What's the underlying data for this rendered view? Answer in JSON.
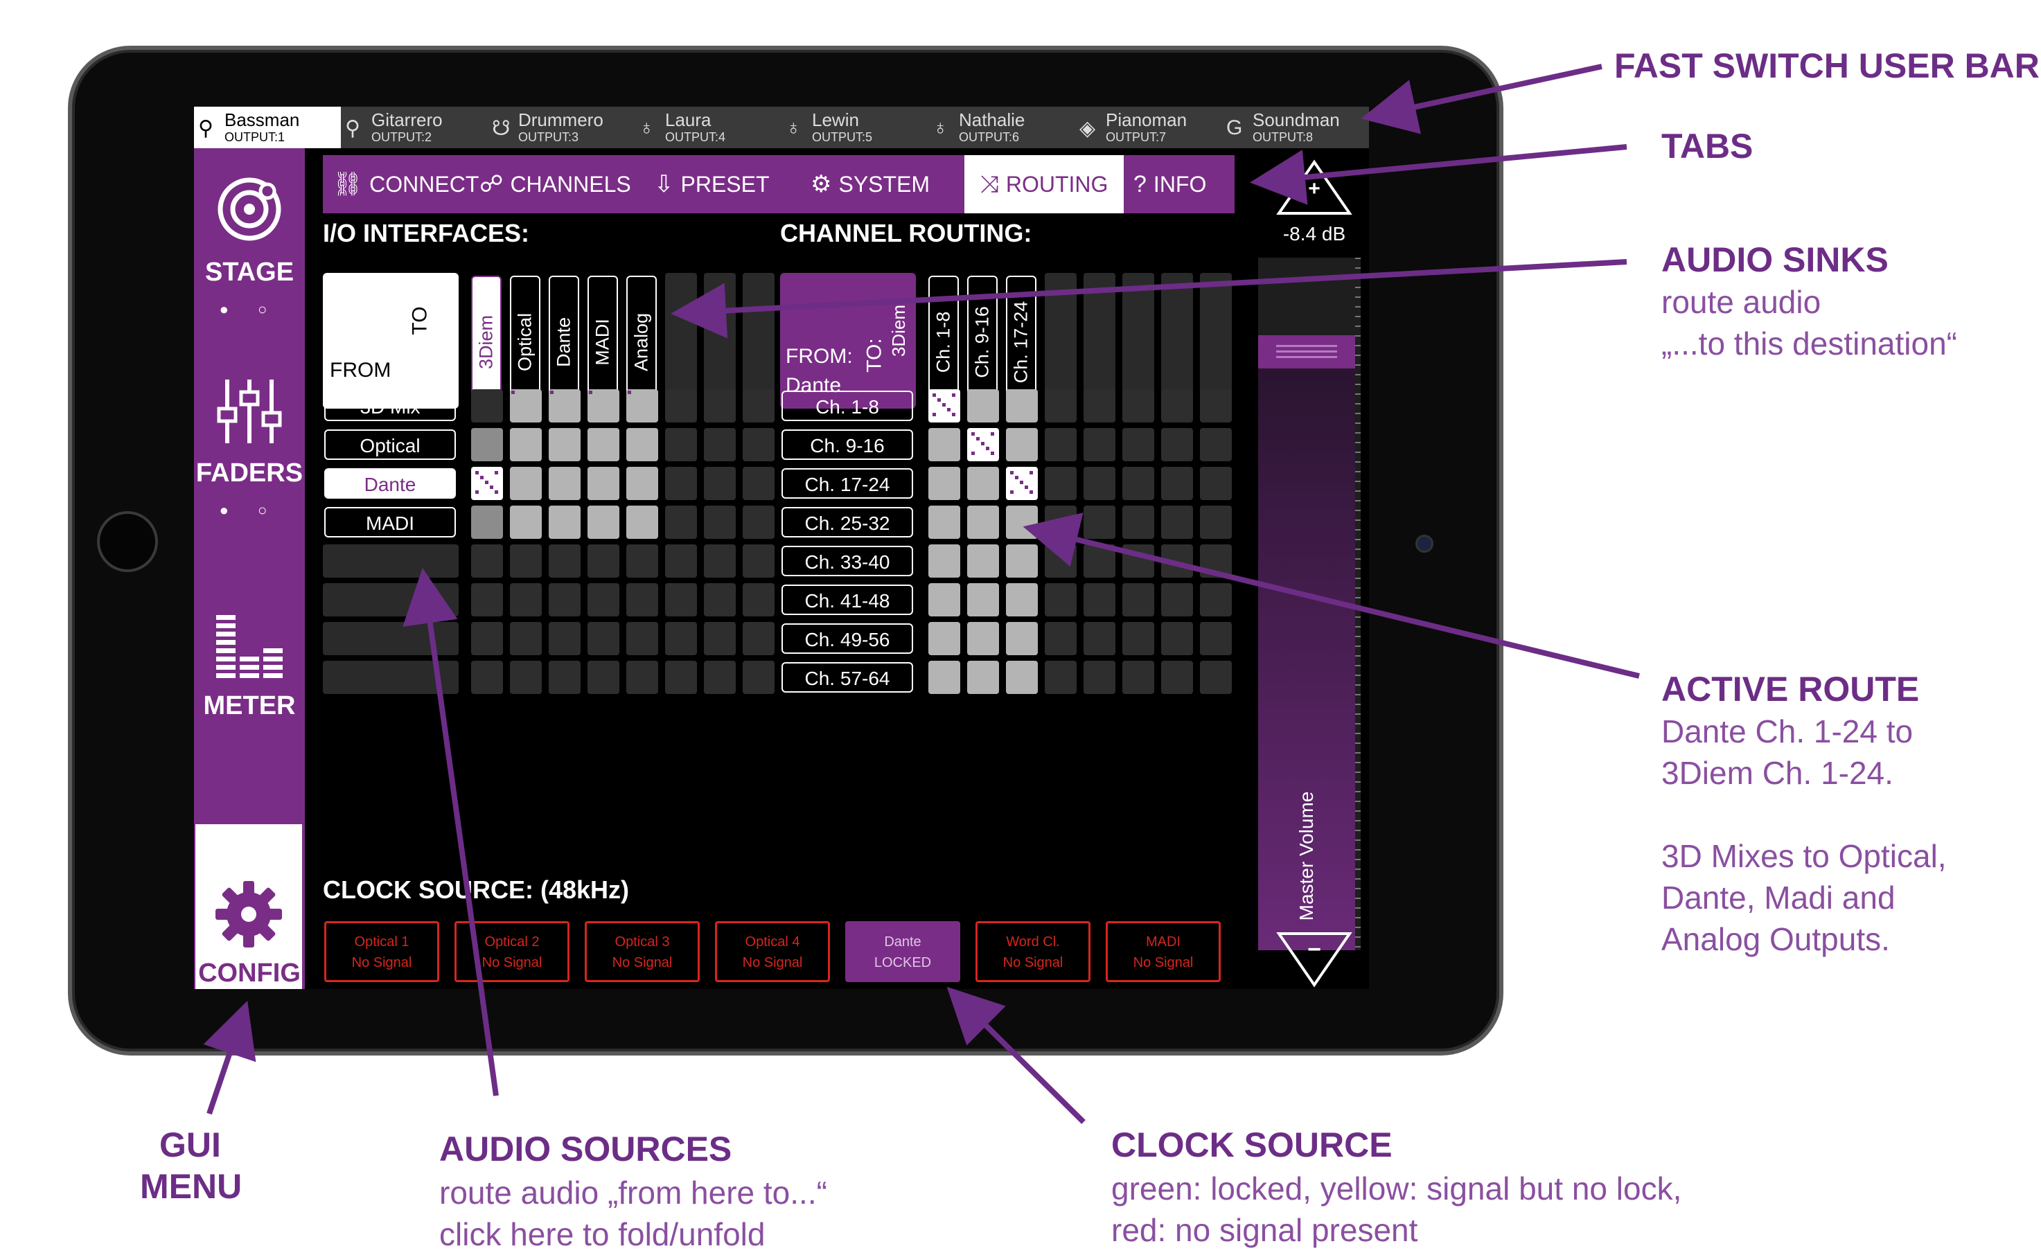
{
  "colors": {
    "brand_purple": "#7a2d86",
    "annotation_purple": "#6c2d86",
    "clock_red": "#d5261e",
    "screen_bg": "#000000"
  },
  "users": [
    {
      "name": "Bassman",
      "output": "OUTPUT:1",
      "icon": "guitar-icon",
      "glyph": "⚲"
    },
    {
      "name": "Gitarrero",
      "output": "OUTPUT:2",
      "icon": "guitar-icon",
      "glyph": "⚲"
    },
    {
      "name": "Drummero",
      "output": "OUTPUT:3",
      "icon": "drum-icon",
      "glyph": "☋"
    },
    {
      "name": "Laura",
      "output": "OUTPUT:4",
      "icon": "microphone-icon",
      "glyph": "♁"
    },
    {
      "name": "Lewin",
      "output": "OUTPUT:5",
      "icon": "microphone-icon",
      "glyph": "♁"
    },
    {
      "name": "Nathalie",
      "output": "OUTPUT:6",
      "icon": "microphone-icon",
      "glyph": "♁"
    },
    {
      "name": "Pianoman",
      "output": "OUTPUT:7",
      "icon": "keyboard-icon",
      "glyph": "◈"
    },
    {
      "name": "Soundman",
      "output": "OUTPUT:8",
      "icon": "g-logo-icon",
      "glyph": "G"
    }
  ],
  "sidebar": {
    "stage_label": "STAGE",
    "faders_label": "FADERS",
    "meter_label": "METER",
    "config_label": "CONFIG",
    "page_dots": "● ○"
  },
  "tabs": [
    {
      "label": "CONNECT",
      "glyph": "⛓"
    },
    {
      "label": "CHANNELS",
      "glyph": "☍"
    },
    {
      "label": "PRESET",
      "glyph": "⇩"
    },
    {
      "label": "SYSTEM",
      "glyph": "⚙"
    },
    {
      "label": "ROUTING",
      "glyph": "⤨"
    },
    {
      "label": "INFO",
      "glyph": "?"
    }
  ],
  "io": {
    "title": "I/O INTERFACES:",
    "corner_to": "TO",
    "corner_from": "FROM",
    "columns": [
      "3Diem",
      "Optical",
      "Dante",
      "MADI",
      "Analog"
    ],
    "rows": [
      "3D Mix",
      "Optical",
      "Dante",
      "MADI"
    ]
  },
  "channel_routing": {
    "title": "CHANNEL ROUTING:",
    "corner_from": "FROM:",
    "corner_from_value": "Dante",
    "corner_to": "TO:",
    "corner_to_value": "3Diem",
    "columns": [
      "Ch. 1-8",
      "Ch. 9-16",
      "Ch. 17-24"
    ],
    "rows": [
      "Ch. 1-8",
      "Ch. 9-16",
      "Ch. 17-24",
      "Ch. 25-32",
      "Ch. 33-40",
      "Ch. 41-48",
      "Ch. 49-56",
      "Ch. 57-64"
    ]
  },
  "clock": {
    "title": "CLOCK SOURCE: (48kHz)",
    "sources": [
      {
        "name": "Optical 1",
        "status": "No Signal"
      },
      {
        "name": "Optical 2",
        "status": "No Signal"
      },
      {
        "name": "Optical 3",
        "status": "No Signal"
      },
      {
        "name": "Optical 4",
        "status": "No Signal"
      },
      {
        "name": "Dante",
        "status": "LOCKED"
      },
      {
        "name": "Word Cl.",
        "status": "No Signal"
      },
      {
        "name": "MADI",
        "status": "No Signal"
      }
    ]
  },
  "master": {
    "db_value": "-8.4 dB",
    "label": "Master Volume",
    "plus": "+",
    "minus": "−",
    "level_fraction": 0.84
  },
  "annotations": {
    "fast_switch": "FAST SWITCH USER BAR",
    "tabs": "TABS",
    "sinks_title": "AUDIO SINKS",
    "sinks_line1": "route audio",
    "sinks_line2": "„...to this destination“",
    "active_title": "ACTIVE ROUTE",
    "active_line1": "Dante Ch. 1-24 to",
    "active_line2": "3Diem Ch. 1-24.",
    "active_line3": "3D Mixes to Optical,",
    "active_line4": "Dante, Madi and",
    "active_line5": "Analog Outputs.",
    "gui_line1": "GUI",
    "gui_line2": "MENU",
    "sources_title": "AUDIO SOURCES",
    "sources_line1": "route audio „from here to...“",
    "sources_line2": "click here to fold/unfold",
    "clock_title": "CLOCK SOURCE",
    "clock_line1": "green: locked, yellow: signal but no lock,",
    "clock_line2": "red: no signal present"
  }
}
